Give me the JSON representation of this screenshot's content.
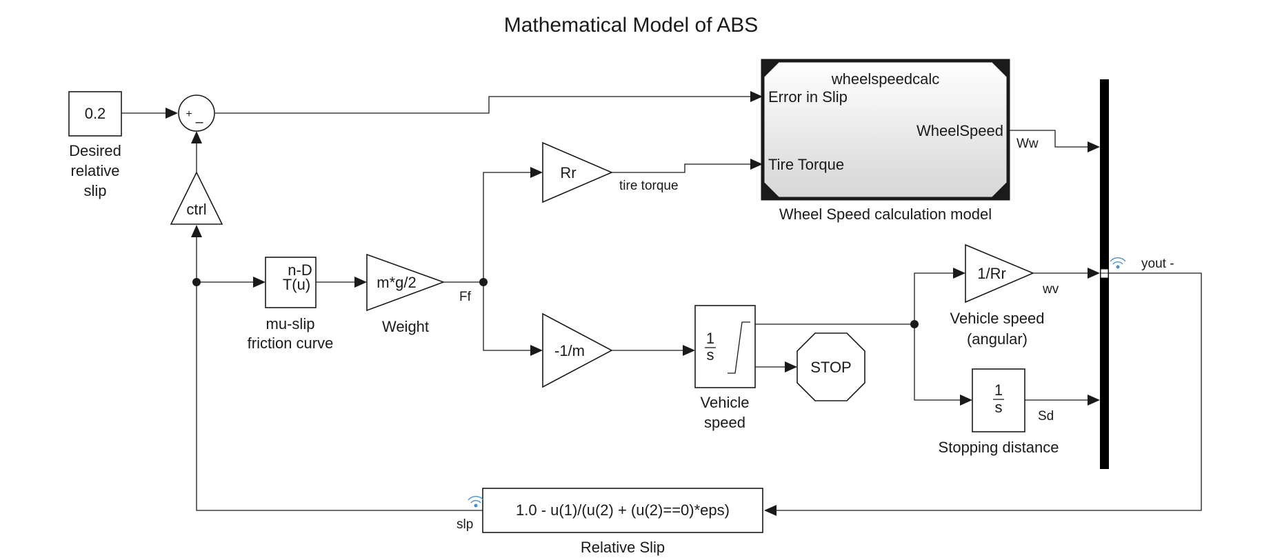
{
  "diagram": {
    "title": "Mathematical Model of ABS",
    "blocks": {
      "desired_slip": {
        "value": "0.2",
        "label_lines": [
          "Desired",
          "relative",
          "slip"
        ]
      },
      "sum": {
        "plus": "+",
        "minus": "–"
      },
      "ctrl": {
        "text": "ctrl"
      },
      "lookup": {
        "line1": "n-D",
        "line2": "T(u)",
        "label_lines": [
          "mu-slip",
          "friction curve"
        ]
      },
      "weight": {
        "text": "m*g/2",
        "label": "Weight"
      },
      "rr_gain": {
        "text": "Rr"
      },
      "neg_inv_m": {
        "text": "-1/m"
      },
      "vehicle_integrator": {
        "num": "1",
        "den": "s",
        "label_lines": [
          "Vehicle",
          "speed"
        ]
      },
      "stop": {
        "text": "STOP"
      },
      "inv_rr": {
        "text": "1/Rr",
        "label_lines": [
          "Vehicle speed",
          "(angular)"
        ]
      },
      "stop_integrator": {
        "num": "1",
        "den": "s",
        "label": "Stopping distance"
      },
      "subsystem": {
        "name": "wheelspeedcalc",
        "in1": "Error in Slip",
        "in2": "Tire Torque",
        "out1": "WheelSpeed",
        "label": "Wheel Speed calculation model"
      },
      "relative_slip": {
        "text": "1.0 - u(1)/(u(2) + (u(2)==0)*eps)",
        "label": "Relative Slip"
      }
    },
    "signals": {
      "ff": "Ff",
      "tire_torque": "tire torque",
      "ww": "Ww",
      "wv": "wv",
      "sd": "Sd",
      "yout": "yout -",
      "slp": "slp"
    }
  }
}
